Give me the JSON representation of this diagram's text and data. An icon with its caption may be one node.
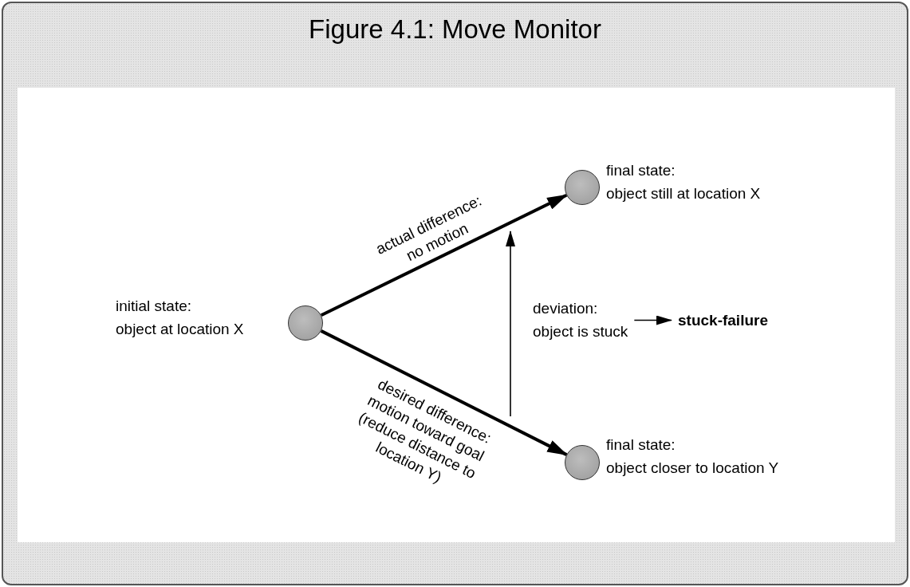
{
  "diagram": {
    "title": "Figure 4.1: Move Monitor",
    "nodes": [
      {
        "text": [],
        "shape": "circle",
        "beside": [
          "initial state:",
          "object at location X"
        ]
      },
      {
        "text": [],
        "shape": "circle",
        "beside": [
          "final state:",
          "object still at location X"
        ]
      },
      {
        "text": [],
        "shape": "circle",
        "beside": [
          "final state:",
          "object closer to location Y"
        ]
      },
      {
        "text": [
          "deviation:",
          "object is stuck"
        ]
      },
      {
        "text": [
          "stuck-failure"
        ]
      }
    ],
    "edges": [
      {
        "from": 0,
        "to": 1,
        "arrow": "to",
        "label": "actual difference: no motion"
      },
      {
        "from": 0,
        "to": 2,
        "arrow": "to",
        "label": "desired difference: motion toward goal (reduce distance to location Y)"
      },
      {
        "from": 3,
        "to": 4,
        "arrow": "to"
      }
    ]
  }
}
